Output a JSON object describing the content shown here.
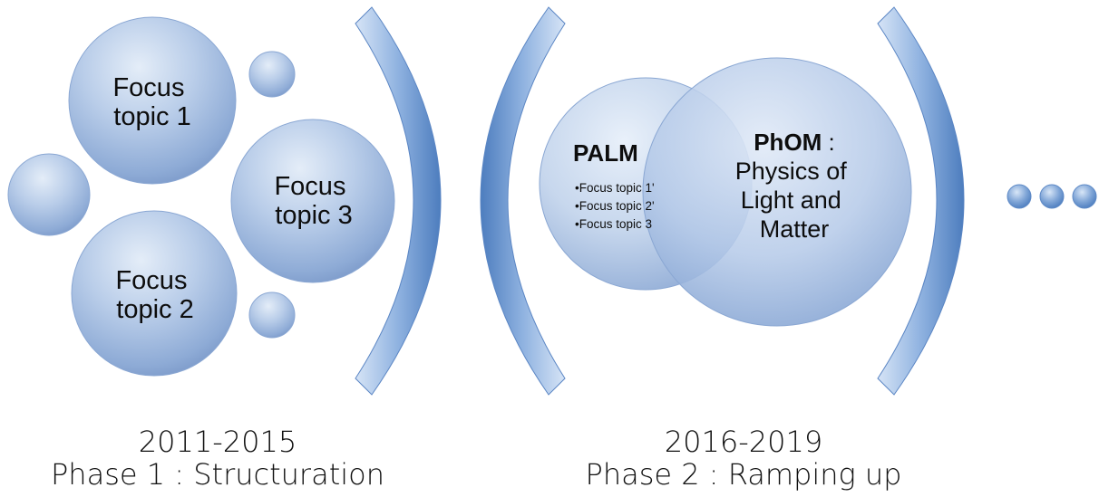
{
  "phase1": {
    "topic1": [
      "Focus",
      "topic 1"
    ],
    "topic2": [
      "Focus",
      "topic 2"
    ],
    "topic3": [
      "Focus",
      "topic 3"
    ],
    "years": "2011-2015",
    "title": "Phase 1 : Structuration"
  },
  "phase2": {
    "palm": {
      "title": "PALM",
      "items": [
        "•Focus topic 1'",
        "•Focus topic 2'",
        "•Focus topic 3"
      ]
    },
    "phom": {
      "title": "PhOM",
      "title_suffix": " :",
      "lines": [
        "Physics of",
        "Light and",
        "Matter"
      ]
    },
    "years": "2016-2019",
    "title": "Phase 2 : Ramping up"
  },
  "colors": {
    "bubble_light": "#dbe6f5",
    "bubble_mid": "#a9c1e2",
    "bubble_dark": "#7c9ccc",
    "bracket_light": "#cfe0f4",
    "bracket_dark": "#4f7fbf",
    "text": "#0d0d0d"
  }
}
